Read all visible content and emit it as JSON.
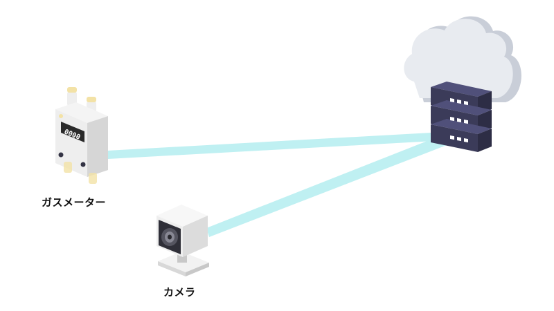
{
  "diagram": {
    "nodes": [
      {
        "id": "gas-meter",
        "label": "ガスメーター",
        "icon": "gas-meter-icon",
        "display": "0000"
      },
      {
        "id": "camera",
        "label": "カメラ",
        "icon": "camera-icon"
      },
      {
        "id": "cloud-server",
        "label": "",
        "icon": "cloud-server-icon"
      }
    ],
    "edges": [
      {
        "from": "gas-meter",
        "to": "cloud-server"
      },
      {
        "from": "camera",
        "to": "cloud-server"
      }
    ],
    "colors": {
      "link": "#bff0f2",
      "server": "#3b3b59",
      "server_light": "#50507a",
      "cloud": "#e8ebf0",
      "cloud_shadow": "#c9ced8",
      "device": "#eeeeee",
      "device_shadow": "#d6d6d6",
      "accent": "#f3e2a6"
    }
  }
}
